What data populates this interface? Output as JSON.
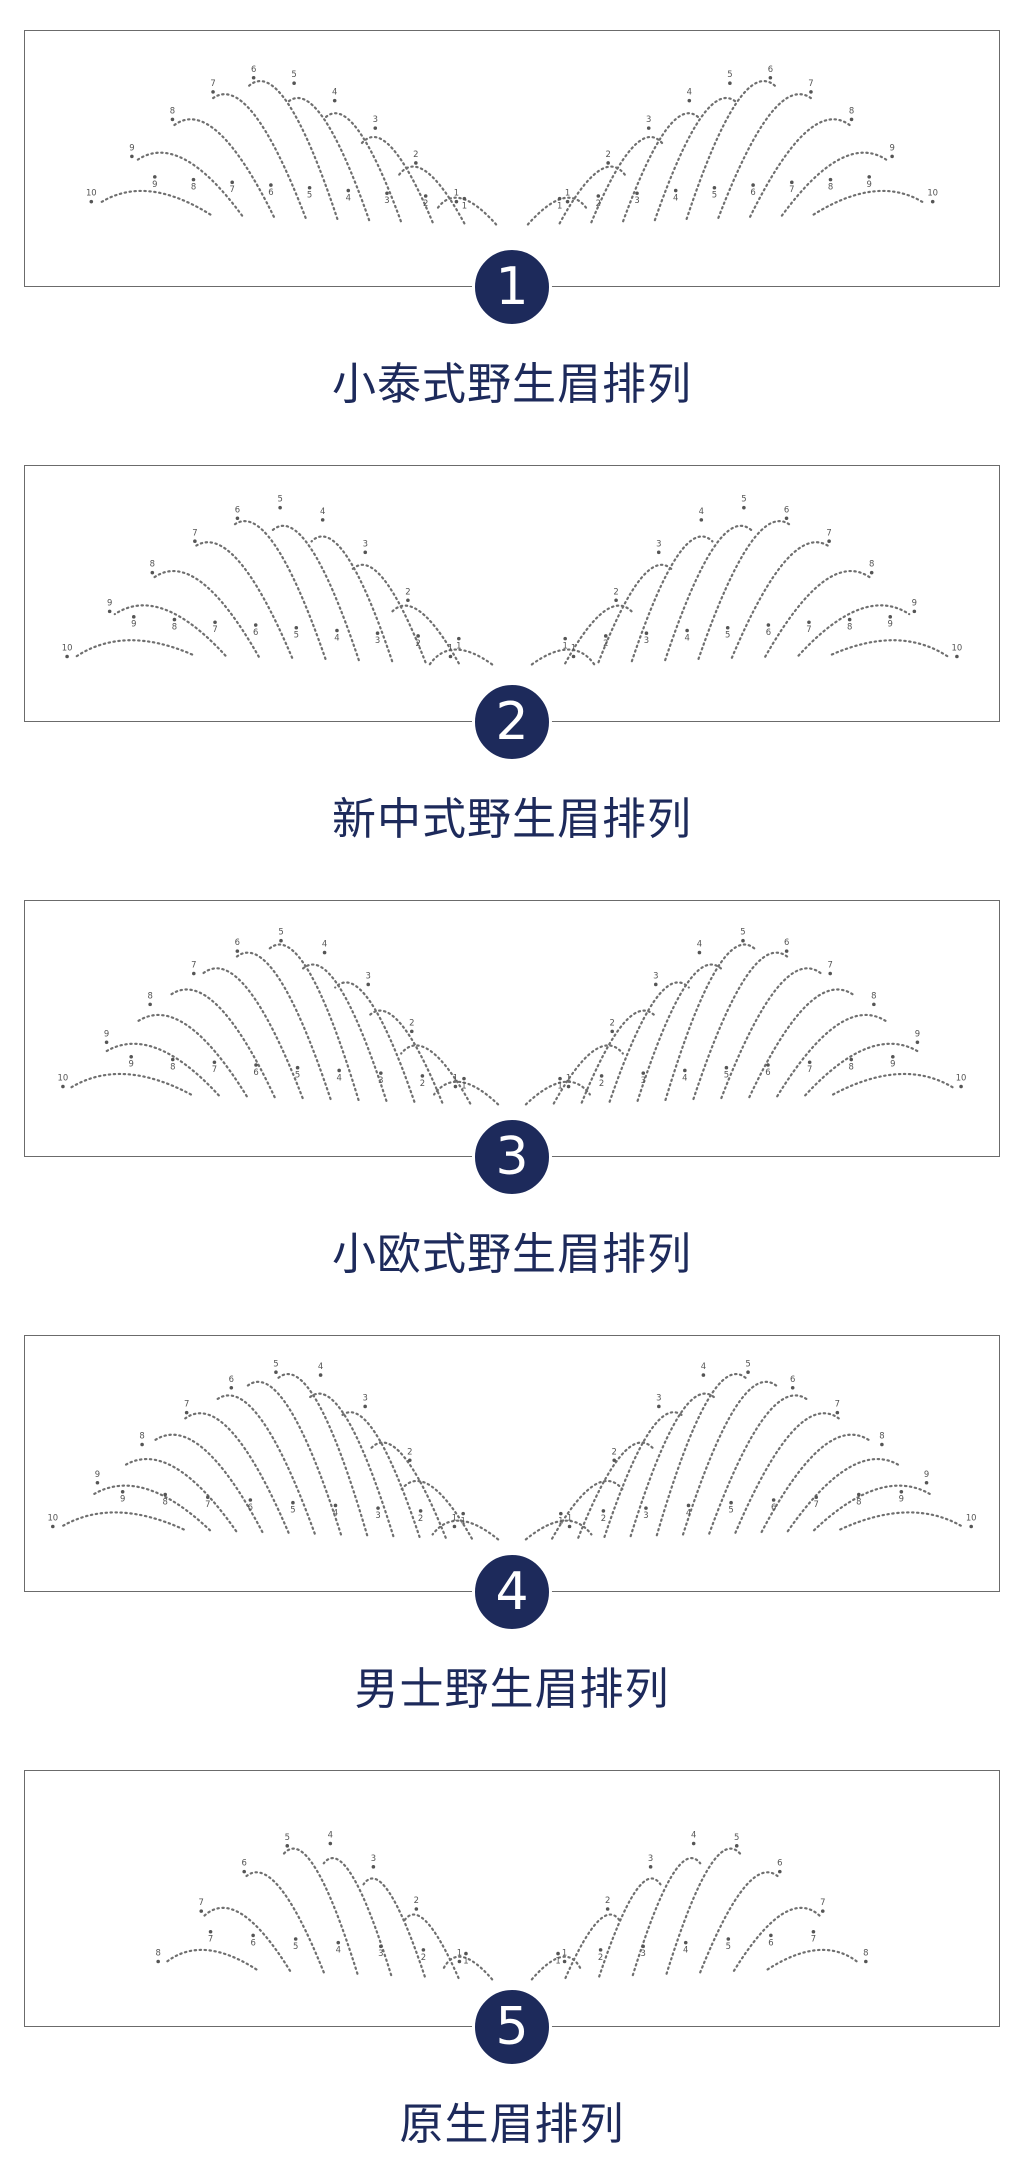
{
  "sections": [
    {
      "number": "1",
      "caption": "小泰式野生眉排列"
    },
    {
      "number": "2",
      "caption": "新中式野生眉排列"
    },
    {
      "number": "3",
      "caption": "小欧式野生眉排列"
    },
    {
      "number": "4",
      "caption": "男士野生眉排列"
    },
    {
      "number": "5",
      "caption": "原生眉排列"
    }
  ],
  "colors": {
    "badge": "#1d2a5b",
    "caption": "#1d2a5b",
    "frame": "#6b6b6b",
    "hair_dots": "#6f6f6f"
  },
  "patterns": [
    {
      "labels_top": [
        "10",
        "9",
        "8",
        "7",
        "6",
        "5",
        "4",
        "3",
        "2",
        "1"
      ],
      "labels_bottom": [
        "9",
        "8",
        "7",
        "6",
        "5",
        "4",
        "3",
        "2",
        "1"
      ]
    },
    {
      "labels_top": [
        "10",
        "9",
        "8",
        "7",
        "6",
        "5",
        "4",
        "3",
        "2",
        "1"
      ],
      "labels_bottom": [
        "9",
        "8",
        "7",
        "6",
        "5",
        "4",
        "3",
        "2",
        "1"
      ]
    },
    {
      "labels_top": [
        "10",
        "9",
        "8",
        "7",
        "6",
        "5",
        "4",
        "3",
        "2",
        "1"
      ],
      "labels_bottom": [
        "9",
        "8",
        "7",
        "6",
        "5",
        "4",
        "3",
        "2",
        "1"
      ]
    },
    {
      "labels_top": [
        "10",
        "9",
        "8",
        "7",
        "6",
        "5",
        "4",
        "3",
        "2",
        "1"
      ],
      "labels_bottom": [
        "9",
        "8",
        "7",
        "6",
        "5",
        "4",
        "3",
        "2",
        "1"
      ]
    },
    {
      "labels_top": [
        "8",
        "7",
        "6",
        "5",
        "4",
        "3",
        "2",
        "1"
      ],
      "labels_bottom": [
        "7",
        "6",
        "5",
        "4",
        "3",
        "2",
        "1"
      ]
    }
  ]
}
